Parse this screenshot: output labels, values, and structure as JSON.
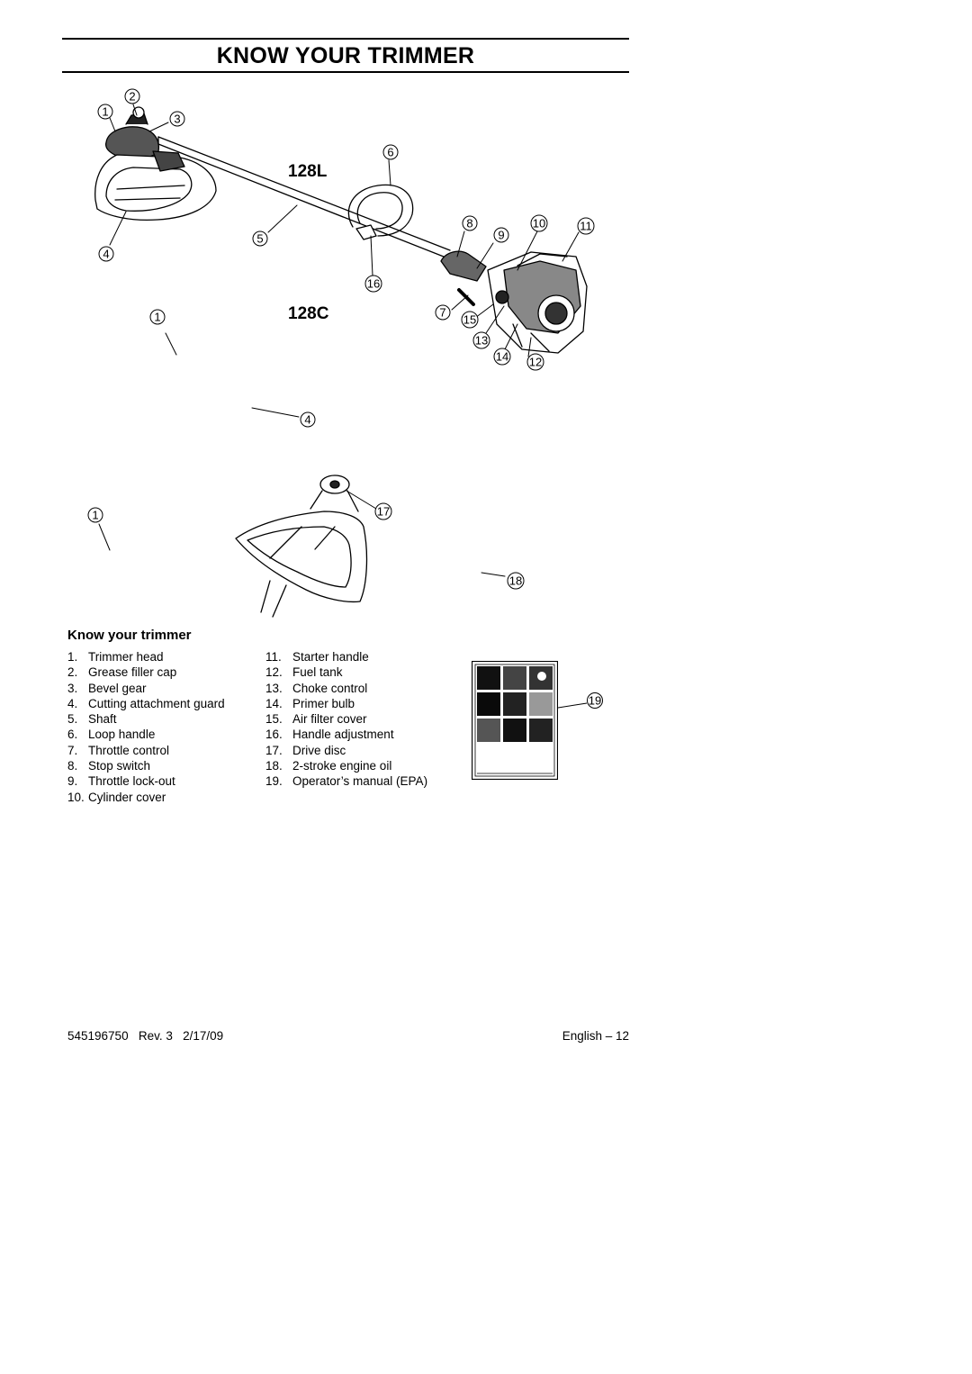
{
  "page_title": "KNOW YOUR TRIMMER",
  "figure": {
    "model_labels": [
      "128L",
      "128C"
    ],
    "callouts": [
      "1",
      "2",
      "3",
      "4",
      "5",
      "6",
      "8",
      "9",
      "10",
      "11",
      "16",
      "1",
      "7",
      "15",
      "13",
      "14",
      "12",
      "4",
      "1",
      "17",
      "18",
      "19"
    ]
  },
  "section_heading": "Know your trimmer",
  "parts_left": [
    {
      "num": "1.",
      "label": "Trimmer head"
    },
    {
      "num": "2.",
      "label": "Grease filler cap"
    },
    {
      "num": "3.",
      "label": "Bevel gear"
    },
    {
      "num": "4.",
      "label": "Cutting attachment guard"
    },
    {
      "num": "5.",
      "label": "Shaft"
    },
    {
      "num": "6.",
      "label": "Loop handle"
    },
    {
      "num": "7.",
      "label": "Throttle control"
    },
    {
      "num": "8.",
      "label": "Stop switch"
    },
    {
      "num": "9.",
      "label": "Throttle lock-out"
    },
    {
      "num": "10.",
      "label": "Cylinder cover"
    }
  ],
  "parts_right": [
    {
      "num": "11.",
      "label": "Starter handle"
    },
    {
      "num": "12.",
      "label": "Fuel tank"
    },
    {
      "num": "13.",
      "label": "Choke control"
    },
    {
      "num": "14.",
      "label": "Primer bulb"
    },
    {
      "num": "15.",
      "label": "Air filter cover"
    },
    {
      "num": "16.",
      "label": "Handle adjustment"
    },
    {
      "num": "17.",
      "label": "Drive disc"
    },
    {
      "num": "18.",
      "label": "2-stroke engine oil"
    },
    {
      "num": "19.",
      "label": "Operator’s manual (EPA)"
    }
  ],
  "footer": {
    "left": "545196750   Rev. 3   2/17/09",
    "right": "English – 12"
  }
}
